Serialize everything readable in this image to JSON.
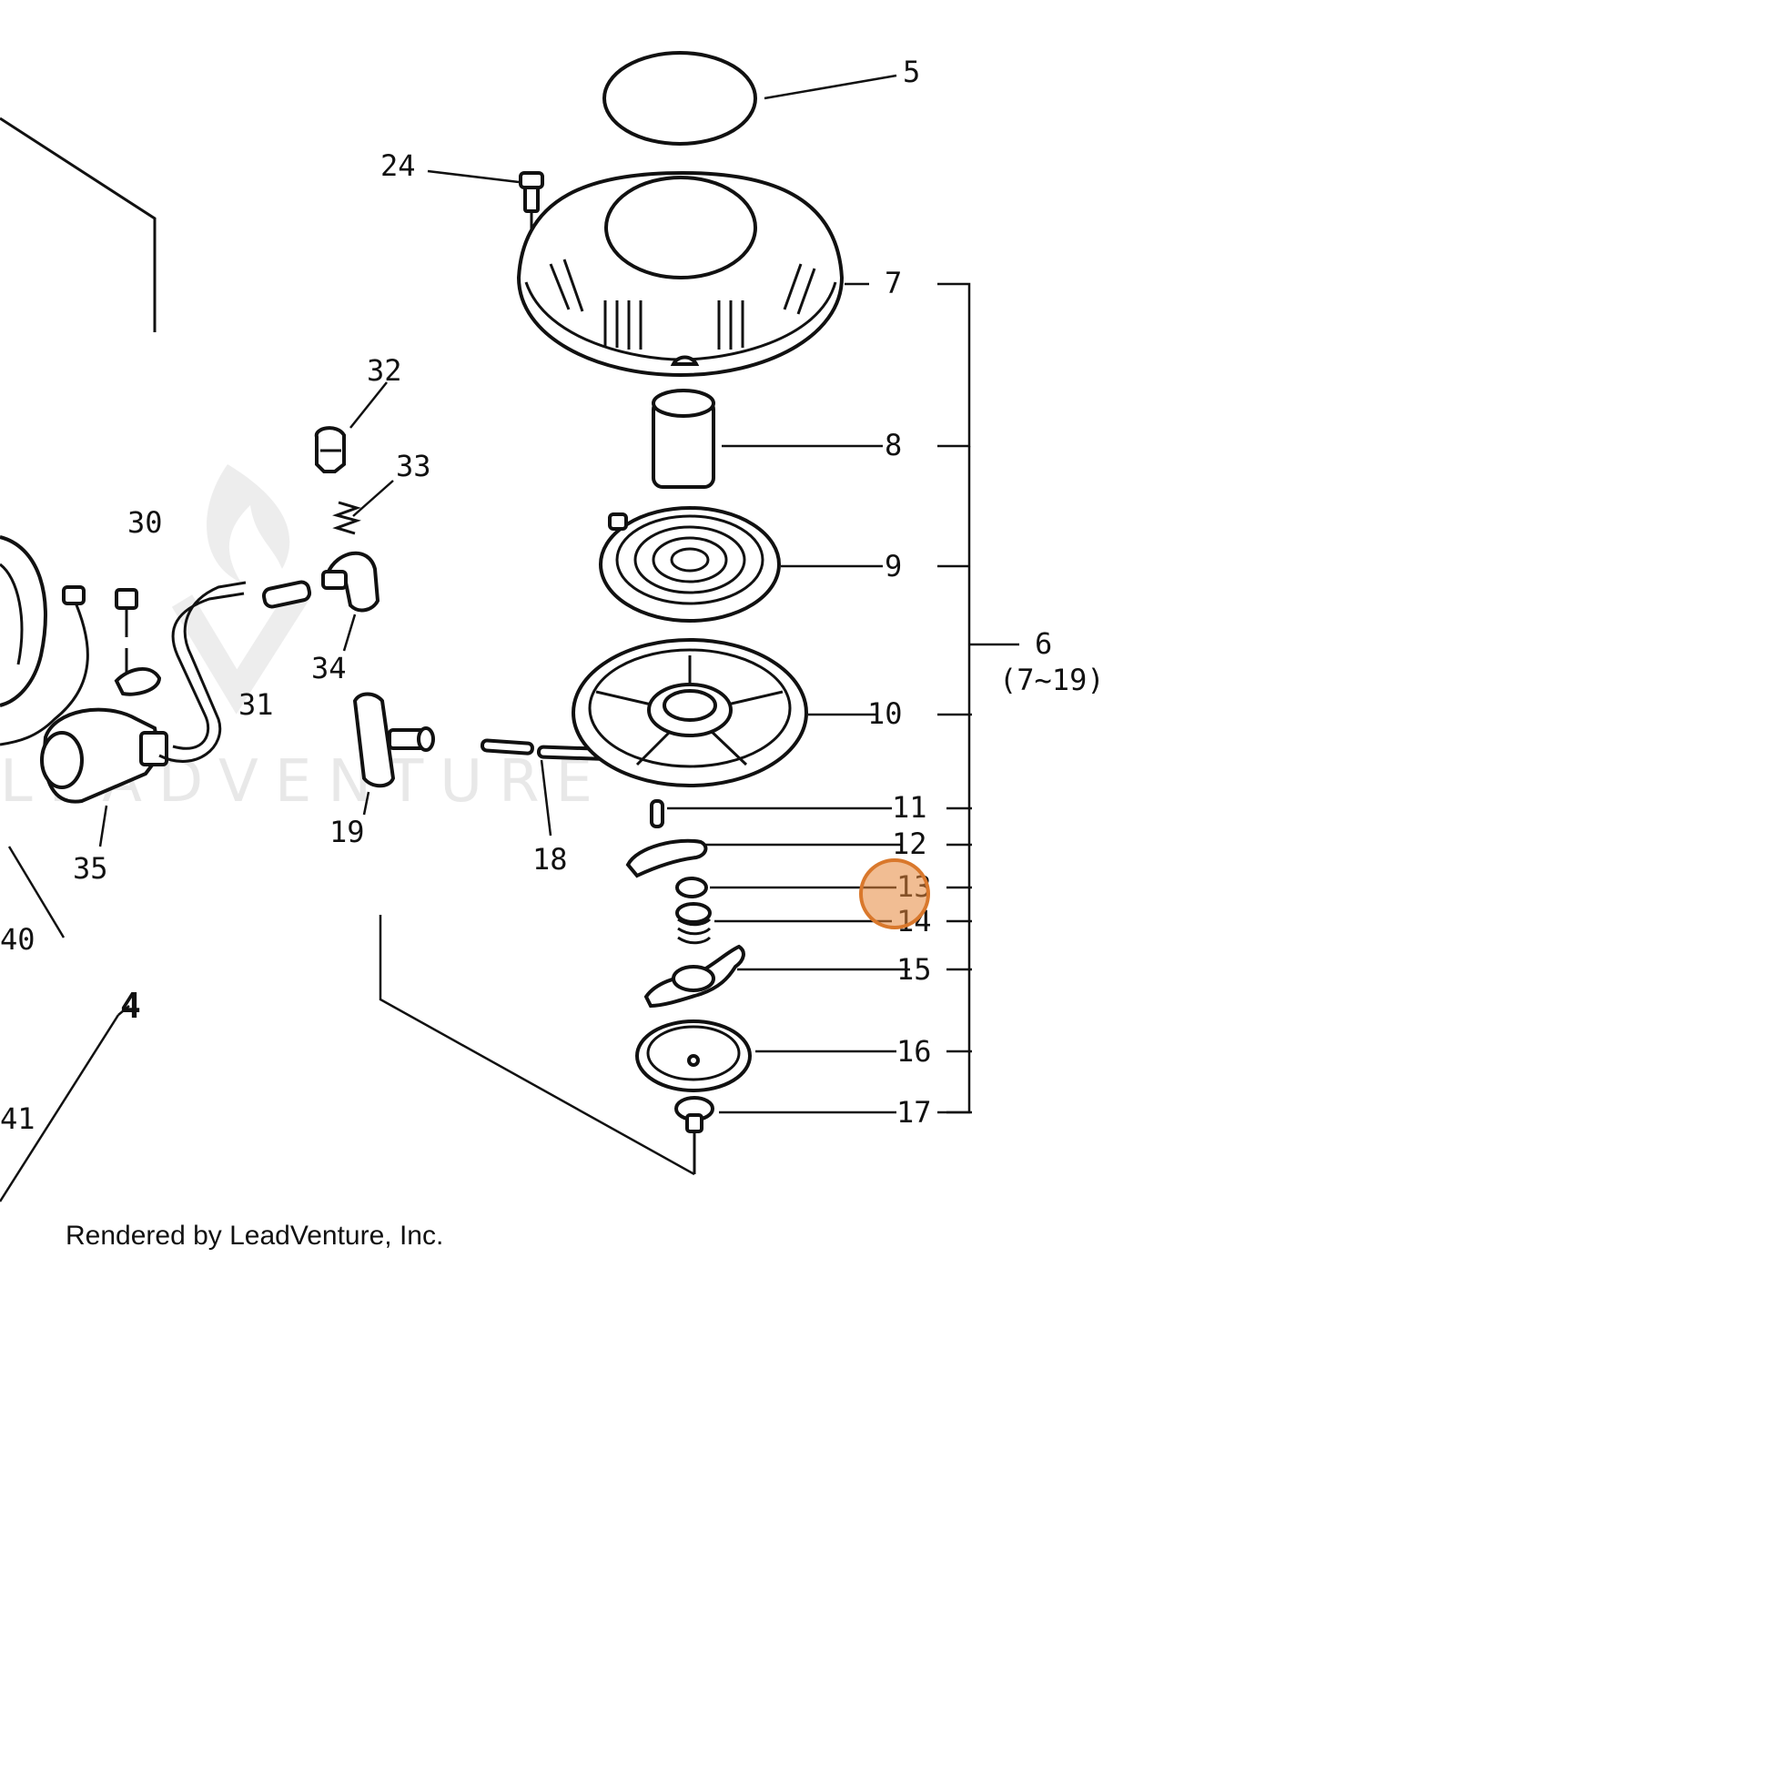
{
  "watermark": "LEADVENTURE",
  "caption": "Rendered by LeadVenture, Inc.",
  "group_label": {
    "number": "6",
    "range": "(7~19)"
  },
  "callouts": {
    "c5": "5",
    "c24": "24",
    "c7": "7",
    "c8": "8",
    "c9": "9",
    "c10": "10",
    "c11": "11",
    "c12": "12",
    "c13": "13",
    "c14": "14",
    "c15": "15",
    "c16": "16",
    "c17": "17",
    "c18": "18",
    "c19": "19",
    "c30": "30",
    "c31": "31",
    "c32": "32",
    "c33": "33",
    "c34": "34",
    "c35": "35",
    "c40": "40",
    "c41": "41",
    "c4": "4"
  },
  "highlight": {
    "part": "13",
    "color": "#e5863b"
  }
}
